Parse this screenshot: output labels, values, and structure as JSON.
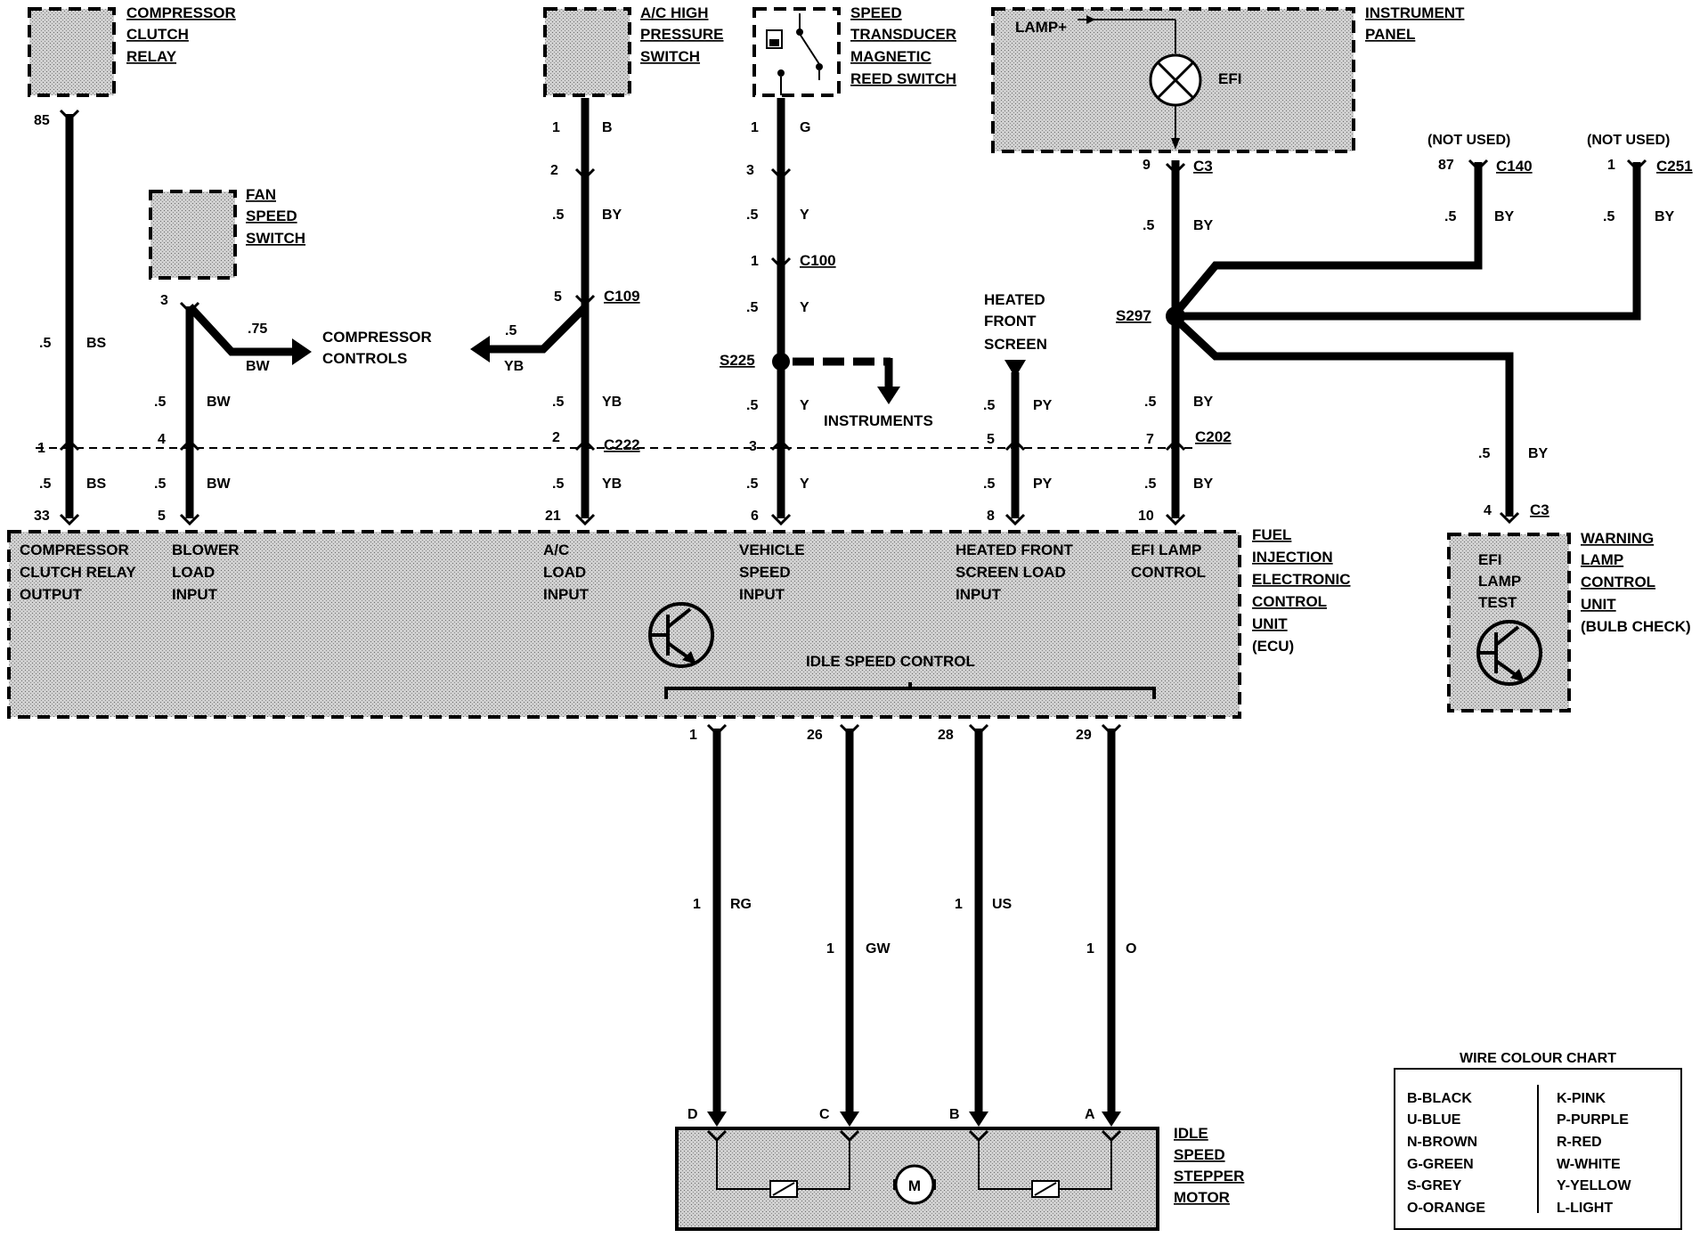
{
  "components": {
    "compressor_clutch_relay": [
      "COMPRESSOR",
      "CLUTCH",
      "RELAY"
    ],
    "ac_high_pressure_switch": [
      "A/C HIGH",
      "PRESSURE",
      "SWITCH"
    ],
    "speed_transducer": [
      "SPEED",
      "TRANSDUCER",
      "MAGNETIC",
      "REED SWITCH"
    ],
    "instrument_panel": [
      "INSTRUMENT",
      "PANEL"
    ],
    "fan_speed_switch": [
      "FAN",
      "SPEED",
      "SWITCH"
    ],
    "lamp_plus": "LAMP+",
    "efi_lamp": "EFI",
    "compressor_controls": [
      "COMPRESSOR",
      "CONTROLS"
    ],
    "instruments": "INSTRUMENTS",
    "heated_front_screen": [
      "HEATED",
      "FRONT",
      "SCREEN"
    ],
    "not_used_1": "(NOT USED)",
    "not_used_2": "(NOT USED)",
    "ecu": [
      "FUEL",
      "INJECTION",
      "ELECTRONIC",
      "CONTROL",
      "UNIT",
      "(ECU)"
    ],
    "warning_lamp_unit": [
      "WARNING",
      "LAMP",
      "CONTROL",
      "UNIT",
      "(BULB CHECK)"
    ],
    "efi_lamp_test": [
      "EFI",
      "LAMP",
      "TEST"
    ],
    "idle_speed_stepper_motor": [
      "IDLE",
      "SPEED",
      "STEPPER",
      "MOTOR"
    ],
    "motor_symbol": "M"
  },
  "ecu_inputs": {
    "compressor_output": [
      "COMPRESSOR",
      "CLUTCH RELAY",
      "OUTPUT"
    ],
    "blower_load": [
      "BLOWER",
      "LOAD",
      "INPUT"
    ],
    "ac_load": [
      "A/C",
      "LOAD",
      "INPUT"
    ],
    "vehicle_speed": [
      "VEHICLE",
      "SPEED",
      "INPUT"
    ],
    "heated_screen_load": [
      "HEATED FRONT",
      "SCREEN LOAD",
      "INPUT"
    ],
    "efi_lamp_control": [
      "EFI LAMP",
      "CONTROL"
    ],
    "idle_speed_control": "IDLE SPEED CONTROL"
  },
  "connectors": {
    "c109": "C109",
    "c222": "C222",
    "c100": "C100",
    "c202": "C202",
    "c3_top": "C3",
    "c3_warn": "C3",
    "c140": "C140",
    "c251": "C251",
    "s225": "S225",
    "s297": "S297"
  },
  "circuits": {
    "relay": {
      "pin_top": "85",
      "size_upper": ".5",
      "color_upper": "BS",
      "pin_c": "1",
      "size_lower": ".5",
      "color_lower": "BS",
      "pin_ecu": "33"
    },
    "fan": {
      "pin_top": "3",
      "branch_size": ".75",
      "branch_color": "BW",
      "size_upper": ".5",
      "color_upper": "BW",
      "pin_c": "4",
      "size_lower": ".5",
      "color_lower": "BW",
      "pin_ecu": "5"
    },
    "ac": {
      "pin_1": "1",
      "color_1": "B",
      "pin_2": "2",
      "size_2": ".5",
      "color_2": "BY",
      "pin_5": "5",
      "branch_size": ".5",
      "branch_color": "YB",
      "size_upper": ".5",
      "color_upper": "YB",
      "pin_c": "2",
      "size_lower": ".5",
      "color_lower": "YB",
      "pin_ecu": "21"
    },
    "speed": {
      "pin_1": "1",
      "color_1": "G",
      "pin_3": "3",
      "size_a": ".5",
      "color_a": "Y",
      "pin_c100": "1",
      "size_b": ".5",
      "color_b": "Y",
      "size_c": ".5",
      "color_c": "Y",
      "pin_c": "3",
      "size_lower": ".5",
      "color_lower": "Y",
      "pin_ecu": "6"
    },
    "heated": {
      "size_upper": ".5",
      "color_upper": "PY",
      "pin_c": "5",
      "size_lower": ".5",
      "color_lower": "PY",
      "pin_ecu": "8"
    },
    "efi": {
      "pin_top": "9",
      "size_top": ".5",
      "color_top": "BY",
      "size_upper": ".5",
      "color_upper": "BY",
      "pin_c": "7",
      "size_lower": ".5",
      "color_lower": "BY",
      "pin_ecu": "10"
    },
    "c140_wire": {
      "pin": "87",
      "size": ".5",
      "color": "BY"
    },
    "c251_wire": {
      "pin": "1",
      "size": ".5",
      "color": "BY"
    },
    "warn_wire": {
      "size": ".5",
      "color": "BY",
      "pin": "4"
    },
    "stepper": [
      {
        "ecu_pin": "1",
        "size": "1",
        "color": "RG",
        "motor_pin": "D"
      },
      {
        "ecu_pin": "26",
        "size": "1",
        "color": "GW",
        "motor_pin": "C"
      },
      {
        "ecu_pin": "28",
        "size": "1",
        "color": "US",
        "motor_pin": "B"
      },
      {
        "ecu_pin": "29",
        "size": "1",
        "color": "O",
        "motor_pin": "A"
      }
    ]
  },
  "wire_colour_chart": {
    "title": "WIRE COLOUR CHART",
    "left": [
      "B-BLACK",
      "U-BLUE",
      "N-BROWN",
      "G-GREEN",
      "S-GREY",
      "O-ORANGE"
    ],
    "right": [
      "K-PINK",
      "P-PURPLE",
      "R-RED",
      "W-WHITE",
      "Y-YELLOW",
      "L-LIGHT"
    ]
  }
}
